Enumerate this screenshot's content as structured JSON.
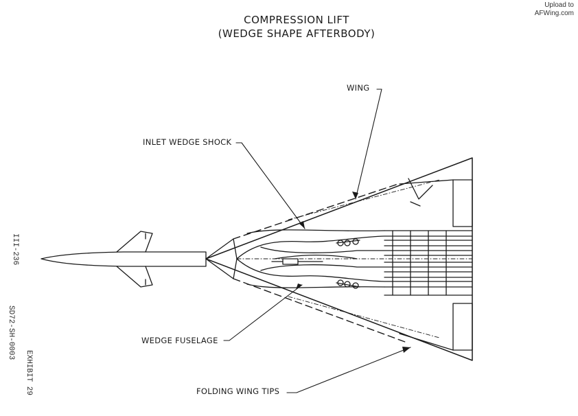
{
  "title": {
    "line1": "COMPRESSION LIFT",
    "line2": "(WEDGE SHAPE AFTERBODY)"
  },
  "watermark": {
    "line1": "Upload to",
    "line2": "AFWing.com"
  },
  "labels": {
    "wing": "WING",
    "inlet_wedge_shock": "INLET WEDGE SHOCK",
    "wedge_fuselage": "WEDGE FUSELAGE",
    "folding_wing_tips": "FOLDING WING TIPS"
  },
  "margin_text": {
    "page_number": "III-236",
    "document_code": "SD72-SH-0003",
    "exhibit": "EXHIBIT 29"
  },
  "colors": {
    "ink": "#1a1a1a",
    "background": "#ffffff"
  }
}
